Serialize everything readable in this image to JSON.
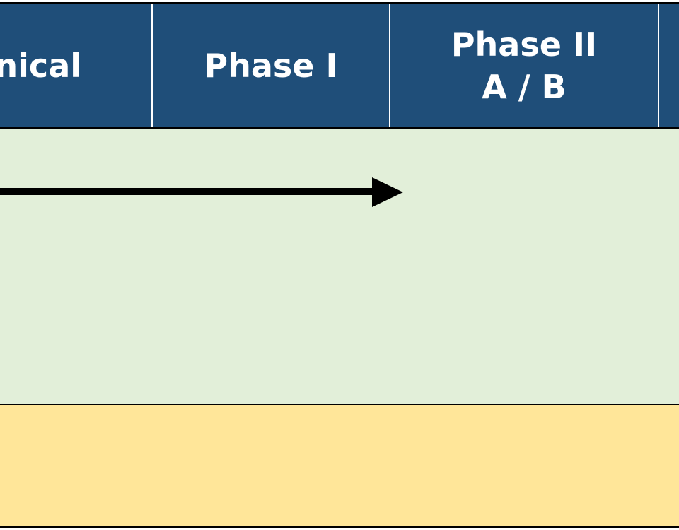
{
  "header": {
    "columns": [
      {
        "id": "preclinical",
        "label": "nical"
      },
      {
        "id": "phase1",
        "label": "Phase I"
      },
      {
        "id": "phase2",
        "label": "Phase II\nA  / B"
      },
      {
        "id": "phase3",
        "label": ""
      }
    ]
  },
  "lanes": [
    {
      "id": "research",
      "color": "#e2efd9"
    },
    {
      "id": "development",
      "color": "#ffe699"
    }
  ],
  "arrow": {
    "from_column": "preclinical",
    "to_column": "phase1",
    "direction": "right"
  },
  "colors": {
    "header_background": "#1f4e79",
    "header_text": "#ffffff",
    "arrow": "#000000",
    "lane_green": "#e2efd9",
    "lane_yellow": "#ffe699"
  }
}
